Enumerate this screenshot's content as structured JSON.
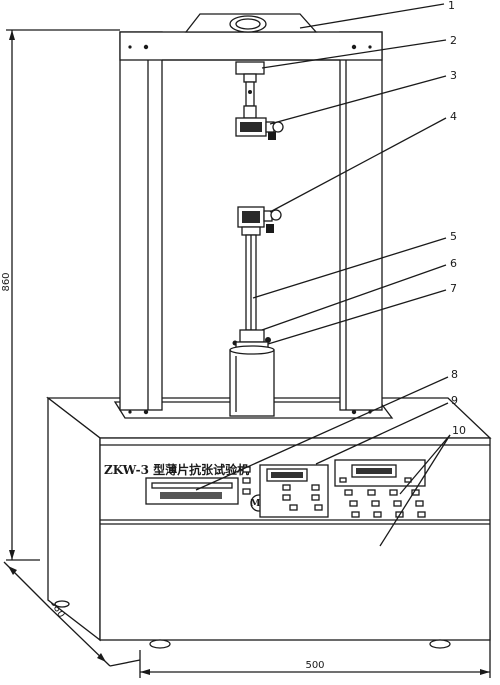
{
  "callouts": [
    {
      "label": "1"
    },
    {
      "label": "2"
    },
    {
      "label": "3"
    },
    {
      "label": "4"
    },
    {
      "label": "5"
    },
    {
      "label": "6"
    },
    {
      "label": "7"
    },
    {
      "label": "8"
    },
    {
      "label": "9"
    },
    {
      "label": "10"
    }
  ],
  "dimensions": {
    "height": "860",
    "depth": "380",
    "width": "500"
  },
  "panel": {
    "model_text": "ZKW-3 型薄片抗张试验机",
    "logo": "MC"
  }
}
